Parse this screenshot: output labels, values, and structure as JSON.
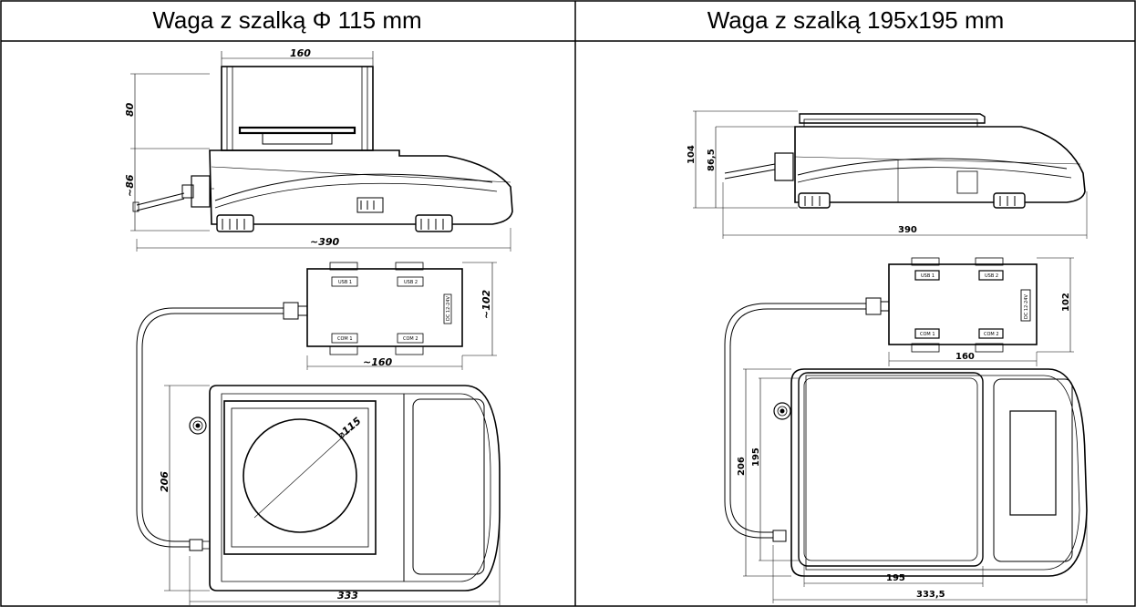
{
  "headers": {
    "left": "Waga z szalką Φ 115 mm",
    "right": "Waga z szalką 195x195 mm"
  },
  "left_drawing": {
    "side_view": {
      "width_top": "160",
      "height_upper": "80",
      "height_lower": "~86",
      "length": "~390"
    },
    "interface_box": {
      "height": "~102",
      "width": "~160",
      "ports": [
        "USB 1",
        "USB 2",
        "COM 1",
        "COM 2",
        "DC 12-24V"
      ]
    },
    "top_view": {
      "pan_diameter": "⌀115",
      "depth": "206",
      "width": "333"
    }
  },
  "right_drawing": {
    "side_view": {
      "height_total": "104",
      "height_body": "86,5",
      "length": "390"
    },
    "interface_box": {
      "height": "102",
      "width": "160",
      "ports": [
        "USB 1",
        "USB 2",
        "COM 1",
        "COM 2",
        "DC 12-24V"
      ]
    },
    "top_view": {
      "depth": "206",
      "pan_depth": "195",
      "pan_width": "195",
      "width": "333,5"
    }
  }
}
